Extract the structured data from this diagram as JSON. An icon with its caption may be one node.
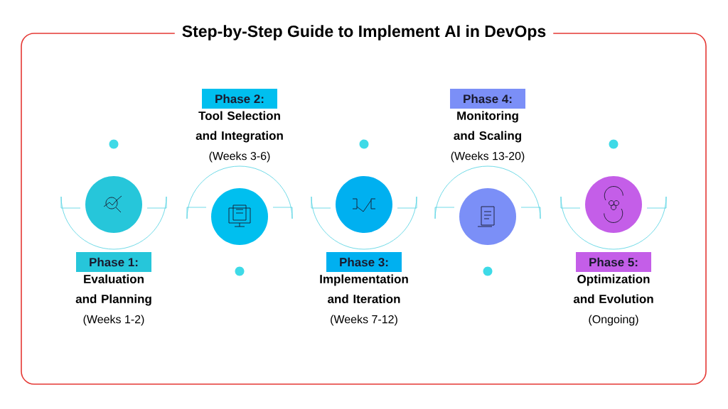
{
  "diagram": {
    "title": "Step-by-Step Guide to Implement AI in DevOps",
    "nodes": [
      {
        "text": [
          "Phase 1:"
        ],
        "beside": [
          "Evaluation and Planning",
          "(Weeks 1-2)"
        ]
      },
      {
        "text": [],
        "shape": "circle"
      },
      {
        "text": [
          "Phase 2:"
        ],
        "beside": [
          "Tool Selection and Integration",
          "(Weeks 3-6)"
        ]
      },
      {
        "text": [],
        "shape": "circle"
      },
      {
        "text": [
          "Phase 3:"
        ],
        "beside": [
          "Implementation and Iteration",
          "(Weeks 7-12)"
        ]
      },
      {
        "text": [],
        "shape": "circle"
      },
      {
        "text": [
          "Phase 4:"
        ],
        "beside": [
          "Monitoring and Scaling",
          "(Weeks 13-20)"
        ]
      },
      {
        "text": [],
        "shape": "circle"
      },
      {
        "text": [
          "Phase 5:"
        ],
        "beside": [
          "Optimization and Evolution",
          "(Ongoing)"
        ]
      },
      {
        "text": [],
        "shape": "circle"
      }
    ]
  }
}
